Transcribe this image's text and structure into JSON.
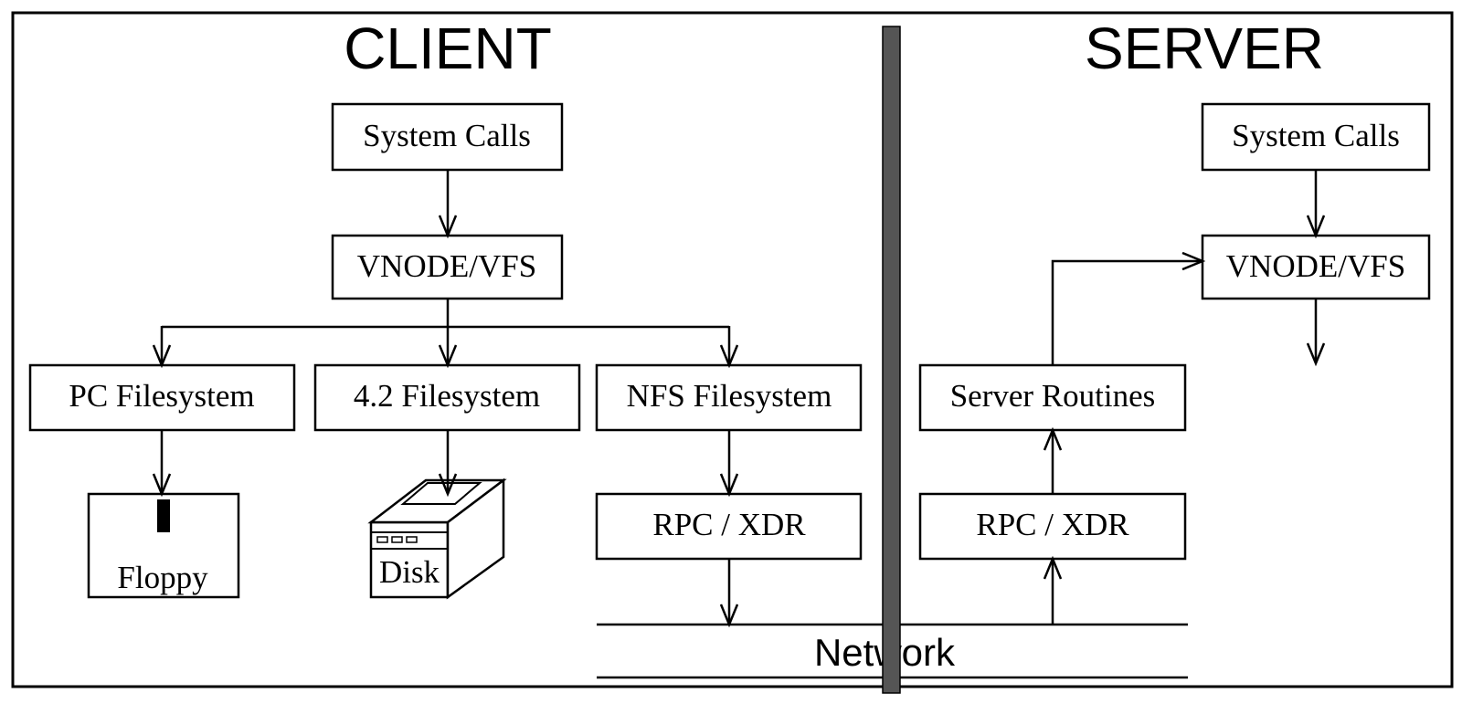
{
  "headings": {
    "client": "CLIENT",
    "server": "SERVER"
  },
  "client": {
    "system_calls": "System Calls",
    "vnode_vfs": "VNODE/VFS",
    "pc_filesystem": "PC Filesystem",
    "filesystem_42": "4.2 Filesystem",
    "nfs_filesystem": "NFS Filesystem",
    "rpc_xdr": "RPC / XDR",
    "floppy": "Floppy",
    "disk": "Disk"
  },
  "server": {
    "system_calls": "System Calls",
    "vnode_vfs": "VNODE/VFS",
    "server_routines": "Server Routines",
    "rpc_xdr": "RPC / XDR"
  },
  "network_label": "Network",
  "colors": {
    "lines": "#000000",
    "divider": "#555555",
    "background": "#ffffff"
  }
}
